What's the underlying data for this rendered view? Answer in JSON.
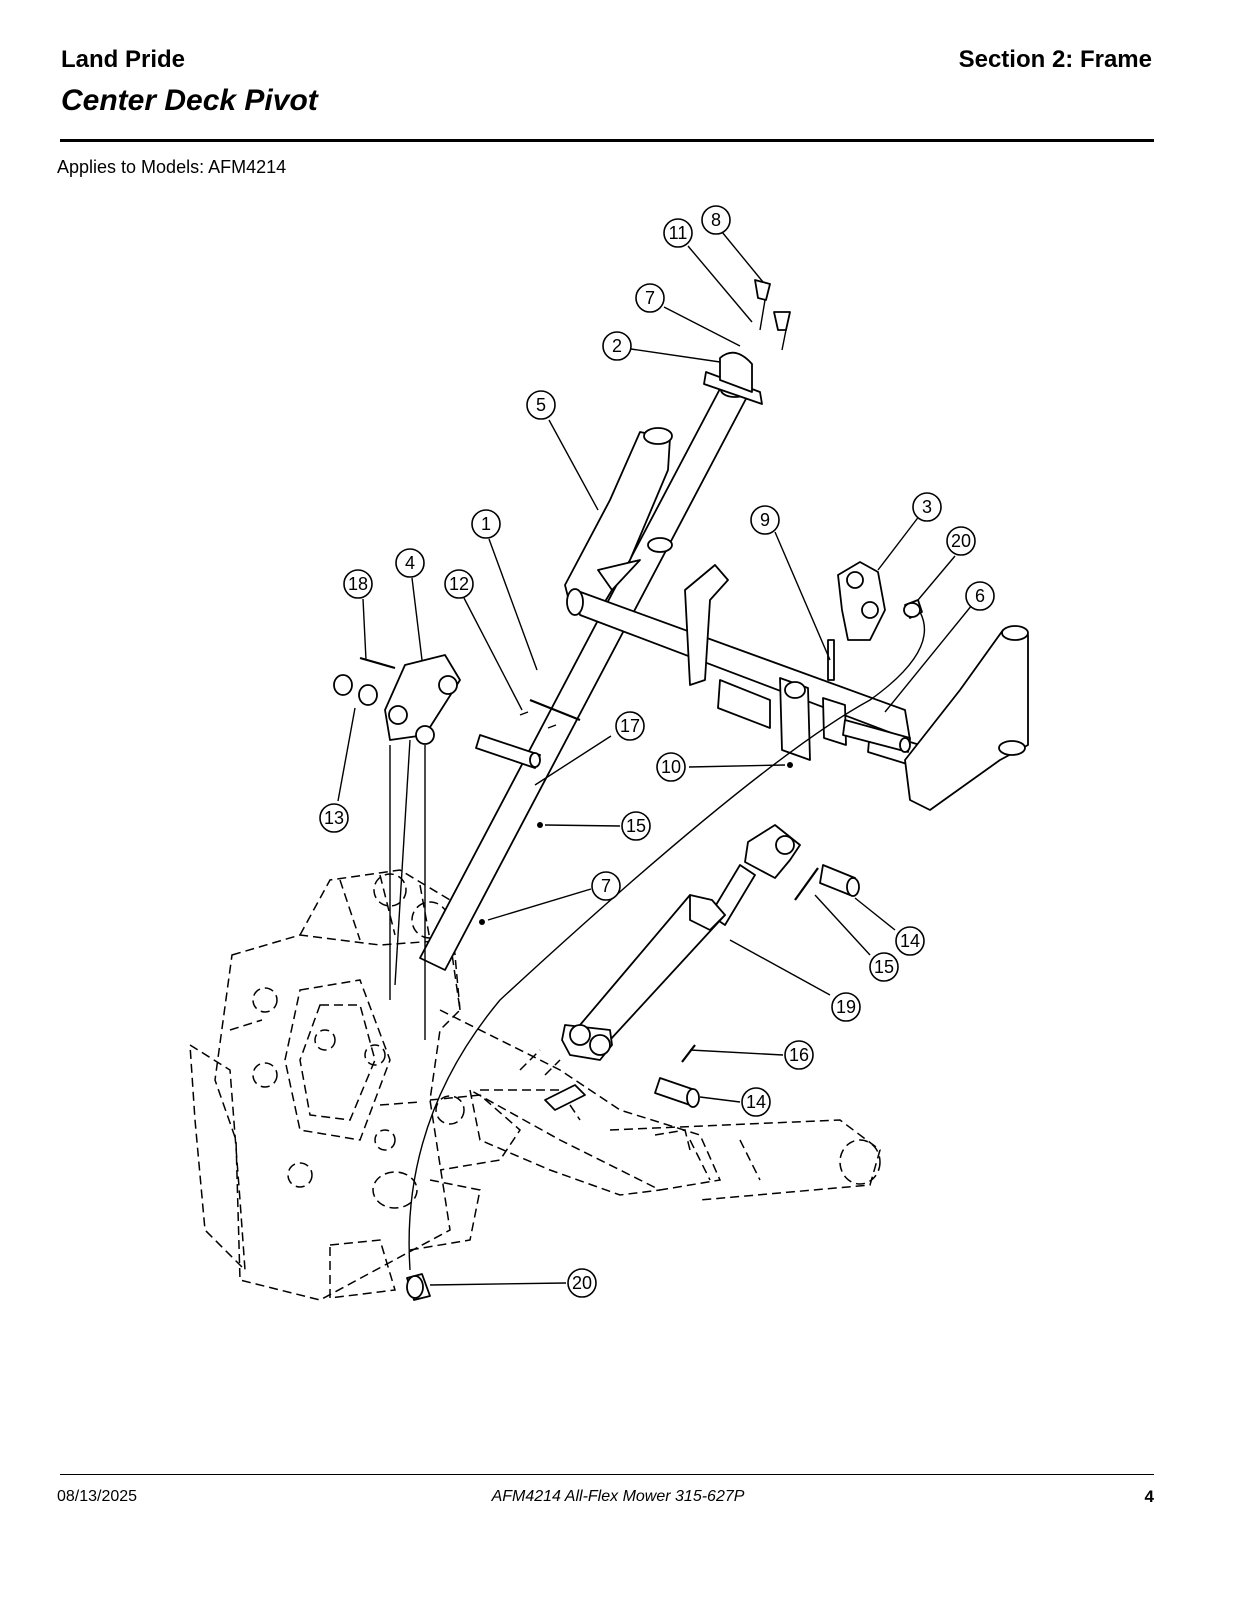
{
  "header": {
    "brand": "Land Pride",
    "section": "Section 2: Frame",
    "title": "Center Deck Pivot",
    "applies": "Applies to Models: AFM4214"
  },
  "footer": {
    "date": "08/13/2025",
    "document": "AFM4214  All-Flex Mower  315-627P",
    "page": "4"
  },
  "callouts": [
    "8",
    "11",
    "7",
    "2",
    "5",
    "1",
    "9",
    "3",
    "20",
    "6",
    "18",
    "4",
    "12",
    "17",
    "10",
    "13",
    "15",
    "7",
    "15",
    "14",
    "19",
    "16",
    "14",
    "20"
  ]
}
